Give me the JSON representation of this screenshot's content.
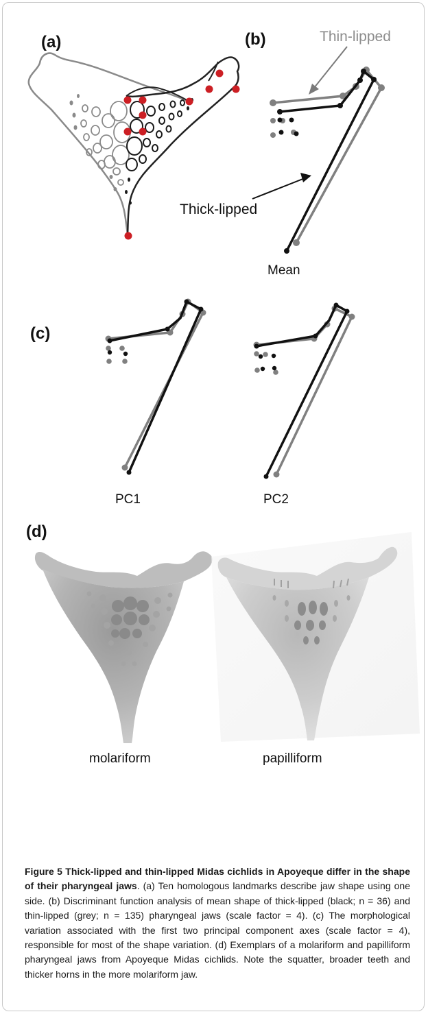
{
  "panels": {
    "a": "(a)",
    "b": "(b)",
    "c": "(c)",
    "d": "(d)"
  },
  "labels": {
    "thin_lipped": "Thin-lipped",
    "thick_lipped": "Thick-lipped",
    "mean": "Mean",
    "pc1": "PC1",
    "pc2": "PC2",
    "molariform": "molariform",
    "papilliform": "papilliform"
  },
  "colors": {
    "thick": "#1a1a1a",
    "thin": "#808080",
    "landmark": "#cc1f24",
    "thin_label": "#8c8c8c"
  },
  "caption": {
    "figure_label": "Figure 5",
    "title": "Thick-lipped and thin-lipped Midas cichlids in Apoyeque differ in the shape of their pharyngeal jaws",
    "body": ". (a) Ten homologous landmarks describe jaw shape using one side. (b) Discriminant function analysis of mean shape of thick-lipped (black; n = 36) and thin-lipped (grey; n = 135) pharyngeal jaws (scale factor = 4). (c) The morphological variation associated with the first two principal component axes (scale factor = 4), responsible for most of the shape variation. (d) Exemplars of a molariform and papilliform pharyngeal jaws from Apoyeque Midas cichlids. Note the squatter, broader teeth and thicker horns in the more molariform jaw."
  }
}
